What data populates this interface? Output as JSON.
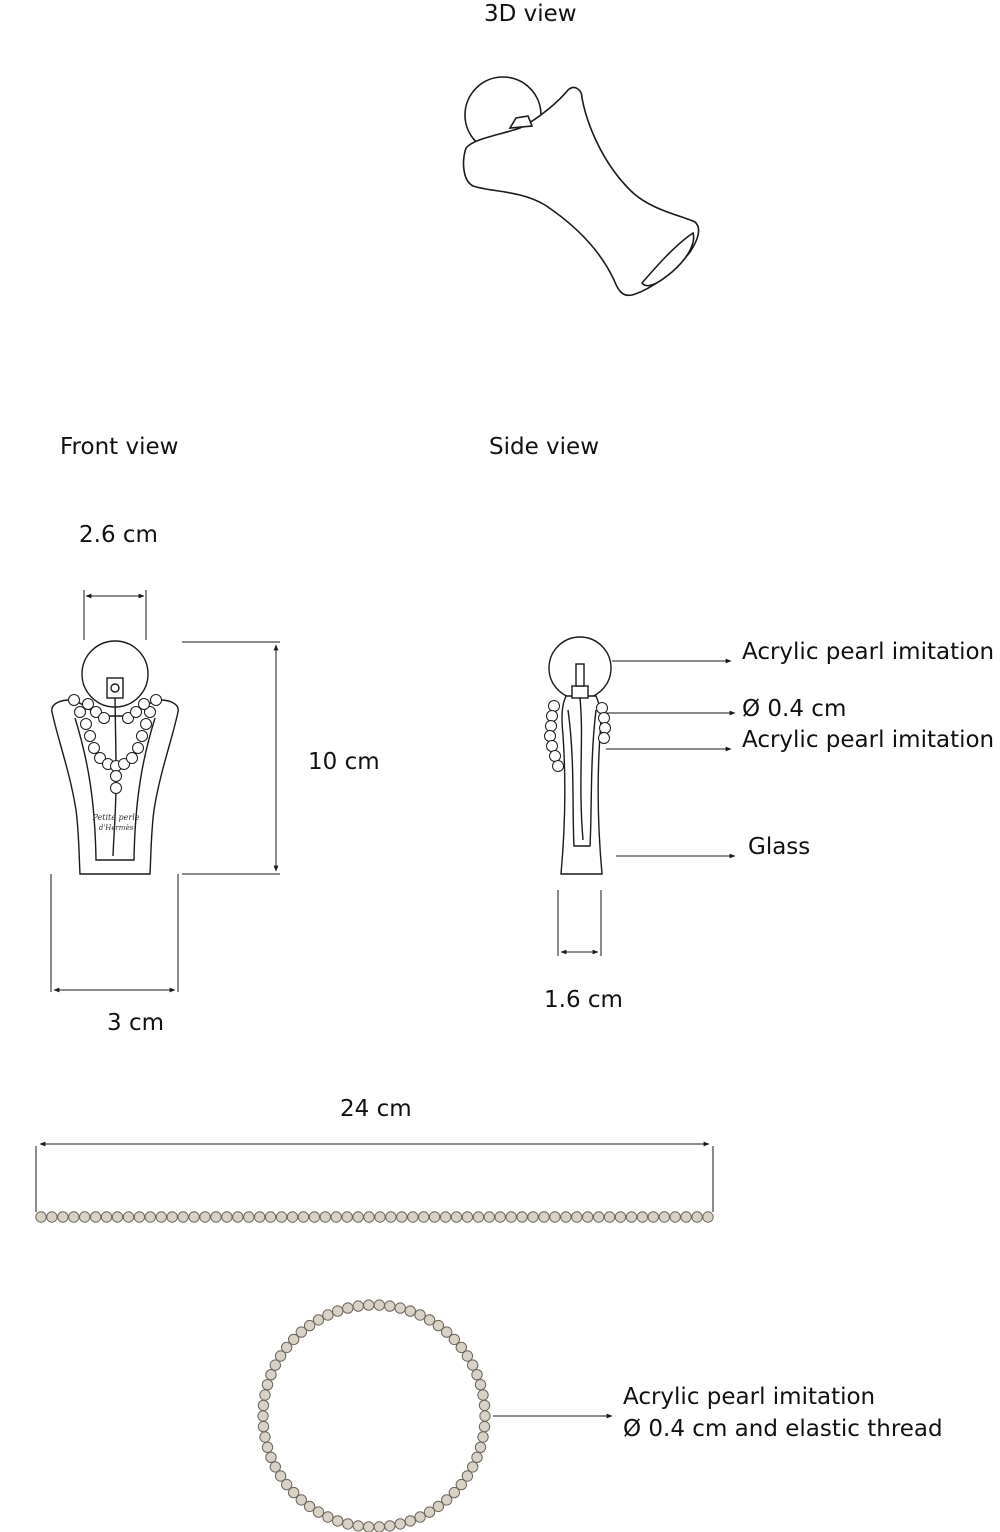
{
  "views": {
    "view_3d": "3D view",
    "front": "Front view",
    "side": "Side view"
  },
  "dimensions": {
    "cap_width": "2.6 cm",
    "height": "10 cm",
    "base_width": "3 cm",
    "side_width": "1.6 cm",
    "bracelet_length": "24 cm"
  },
  "callouts": {
    "pearl_top": "Acrylic pearl imitation",
    "diameter": "Ø 0.4 cm",
    "pearl_strand": "Acrylic pearl imitation",
    "glass": "Glass",
    "bracelet_line1": "Acrylic pearl imitation",
    "bracelet_line2": "Ø 0.4 cm and elastic thread"
  },
  "bottle_label": {
    "line1": "Petite perle",
    "line2": "d'Hermès"
  },
  "colors": {
    "stroke": "#1a1a1a",
    "pearl_fill": "#d8d2c6",
    "pearl_stroke": "#6b6559"
  }
}
